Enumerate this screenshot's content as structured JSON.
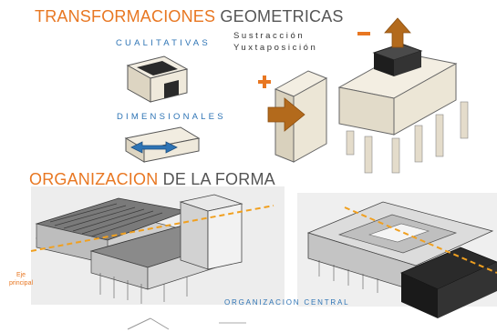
{
  "title_transformaciones": {
    "highlight": "TRANSFORMACIONES",
    "rest": "GEOMETRICAS"
  },
  "labels": {
    "cualitativas": "CUALITATIVAS",
    "sustraccion": "Sustracción",
    "yuxtaposicion": "Yuxtaposición",
    "dimensionales": "DIMENSIONALES",
    "plus": "+",
    "minus": "−"
  },
  "title_organizacion": {
    "highlight": "ORGANIZACION",
    "middle": "DE",
    "rest": "LA FORMA"
  },
  "annotations": {
    "eje_principal_line1": "Eje",
    "eje_principal_line2": "principal",
    "organizacion_central": "ORGANIZACION CENTRAL"
  },
  "colors": {
    "accent_orange": "#e87722",
    "accent_blue": "#2e74b5",
    "block_face": "#ece6d6",
    "dark_block": "#2a2a2a"
  }
}
